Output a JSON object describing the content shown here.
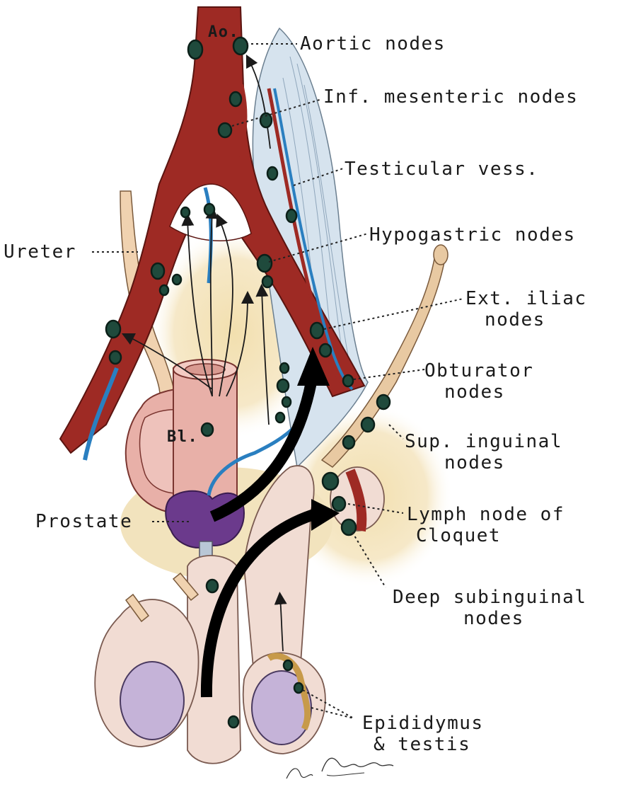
{
  "labels": {
    "ao": "Ao.",
    "aortic_nodes": "Aortic nodes",
    "inf_mesenteric_nodes": "Inf. mesenteric nodes",
    "testicular_vess": "Testicular vess.",
    "hypogastric_nodes": "Hypogastric nodes",
    "ureter": "Ureter",
    "ext_iliac_1": "Ext. iliac",
    "ext_iliac_2": "nodes",
    "obturator_1": "Obturator",
    "obturator_2": "nodes",
    "bl": "Bl.",
    "sup_inguinal_1": "Sup. inguinal",
    "sup_inguinal_2": "nodes",
    "prostate": "Prostate",
    "cloquet_1": "Lymph node of",
    "cloquet_2": "Cloquet",
    "deep_subinguinal_1": "Deep subinguinal",
    "deep_subinguinal_2": "nodes",
    "epididymus_1": "Epididymus",
    "epididymus_2": "& testis"
  },
  "signature": "Dan Dobesberg",
  "colors": {
    "artery": "#9e2a24",
    "vein": "#2a7fc0",
    "node": "#1f4a3c",
    "skin": "#f1dcd3",
    "fascia": "#d6e3ee",
    "fat": "#f2e2b8",
    "prostate": "#6b3a8c",
    "testis": "#c5b3d8",
    "bladder": "#e8b0a8",
    "arrow": "#000000"
  }
}
